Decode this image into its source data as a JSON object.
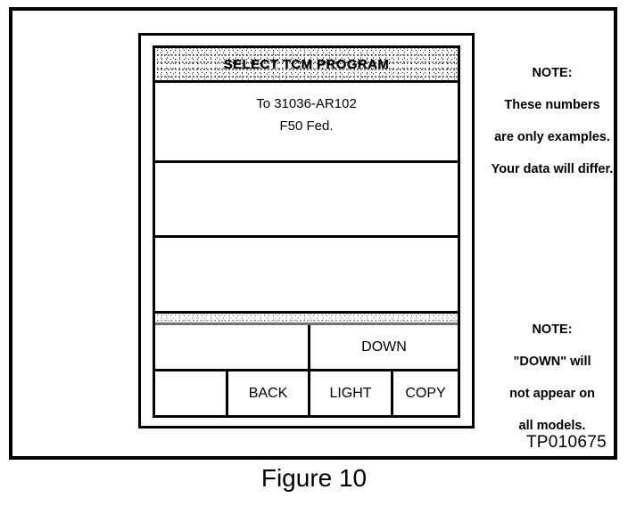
{
  "figure": {
    "caption": "Figure 10",
    "drawing_reference": "TP010675"
  },
  "device_screen": {
    "title": "SELECT TCM PROGRAM",
    "content_lines": [
      "To 31036-AR102",
      "F50 Fed."
    ],
    "empty_rows": 2,
    "softkeys": {
      "top_row": [
        {
          "label": "",
          "name": "blank"
        },
        {
          "label": "DOWN",
          "name": "down"
        }
      ],
      "bottom_row": [
        {
          "label": "",
          "name": "blank"
        },
        {
          "label": "BACK",
          "name": "back"
        },
        {
          "label": "LIGHT",
          "name": "light"
        },
        {
          "label": "COPY",
          "name": "copy"
        }
      ]
    }
  },
  "notes": [
    {
      "lines": [
        "NOTE:",
        "These numbers",
        "are only examples.",
        "Your data will differ."
      ]
    },
    {
      "lines": [
        "NOTE:",
        "\"DOWN\" will",
        "not appear on",
        "all models."
      ]
    }
  ],
  "colors": {
    "ink": "#000000",
    "paper": "#ffffff"
  }
}
